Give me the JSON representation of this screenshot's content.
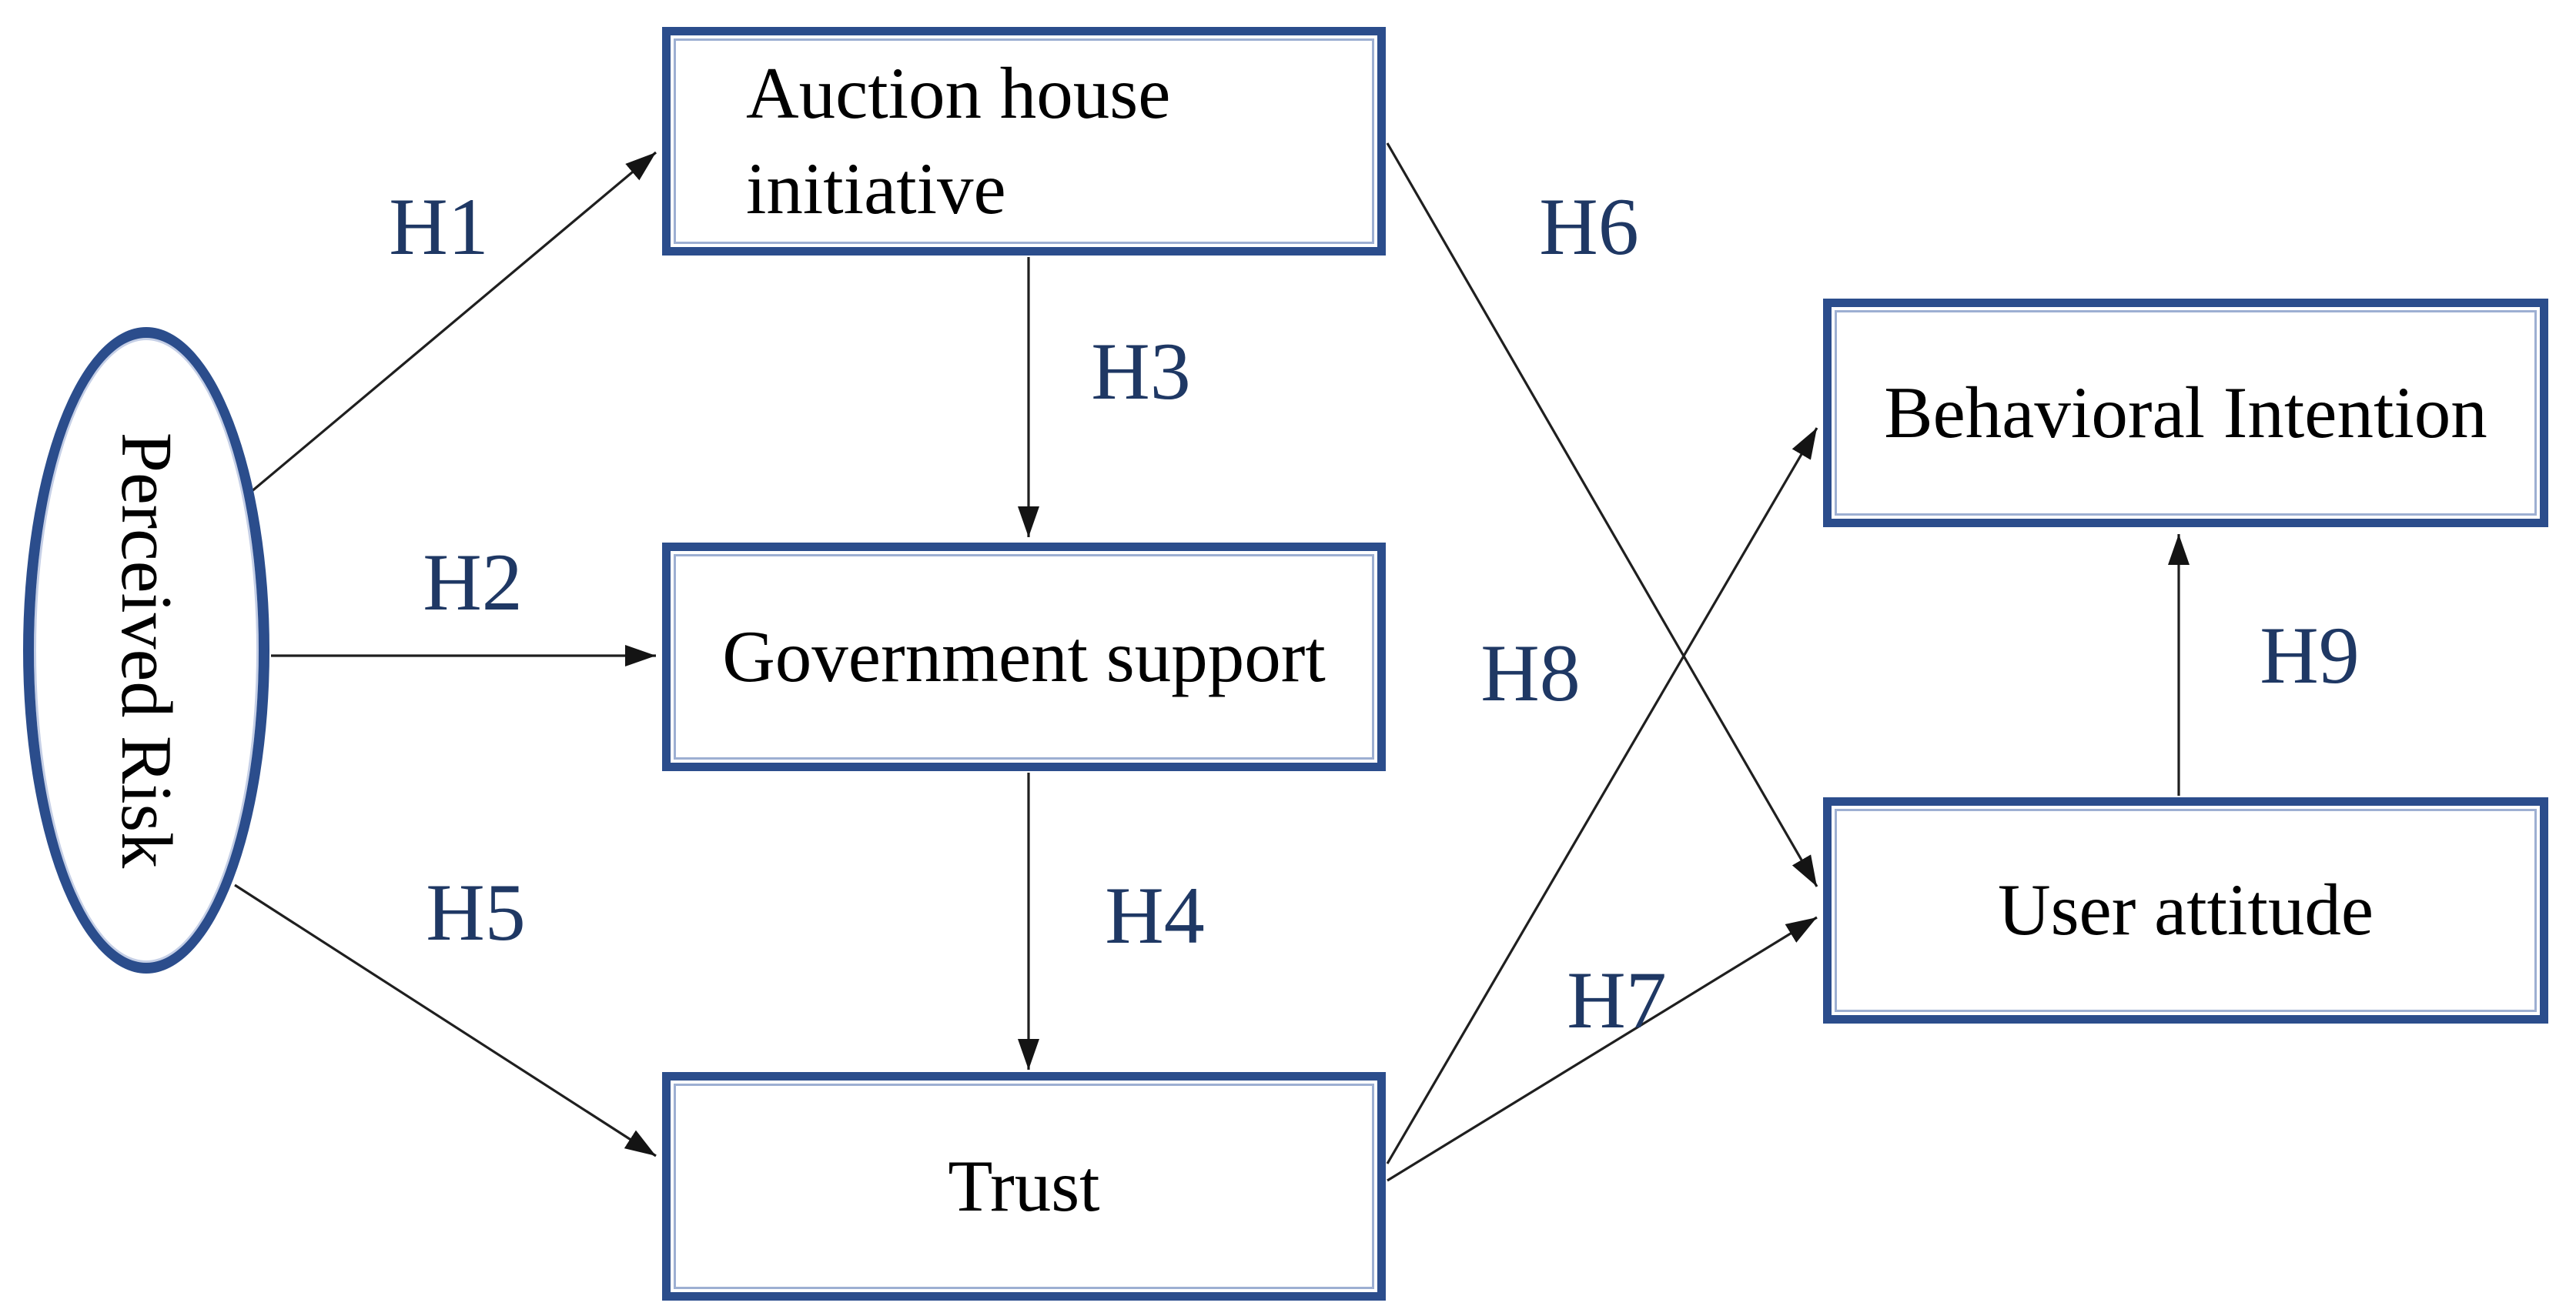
{
  "figure": {
    "background": "#ffffff",
    "colors": {
      "shape_border": "#2b4d8c",
      "hypothesis_label": "#1f3864",
      "node_text": "#000000",
      "arrow": "#1f1f1f"
    },
    "nodes": {
      "perceived_risk": {
        "label": "Perceived Risk",
        "shape": "ellipse",
        "text_direction": "vertical"
      },
      "auction_house": {
        "label": "Auction house initiative",
        "shape": "rect"
      },
      "government": {
        "label": "Government support",
        "shape": "rect"
      },
      "trust": {
        "label": "Trust",
        "shape": "rect"
      },
      "behavioral": {
        "label": "Behavioral Intention",
        "shape": "rect"
      },
      "user_attitude": {
        "label": "User attitude",
        "shape": "rect"
      }
    },
    "hypotheses": {
      "h1": {
        "label": "H1",
        "from": "Perceived Risk",
        "to": "Auction house initiative"
      },
      "h2": {
        "label": "H2",
        "from": "Perceived Risk",
        "to": "Government support"
      },
      "h3": {
        "label": "H3",
        "from": "Auction house initiative",
        "to": "Government support"
      },
      "h4": {
        "label": "H4",
        "from": "Government support",
        "to": "Trust"
      },
      "h5": {
        "label": "H5",
        "from": "Perceived Risk",
        "to": "Trust"
      },
      "h6": {
        "label": "H6",
        "from": "Auction house initiative",
        "to": "User attitude"
      },
      "h7": {
        "label": "H7",
        "from": "Trust",
        "to": "User attitude"
      },
      "h8": {
        "label": "H8",
        "from": "Trust",
        "to": "Behavioral Intention"
      },
      "h9": {
        "label": "H9",
        "from": "User attitude",
        "to": "Behavioral Intention"
      }
    }
  }
}
